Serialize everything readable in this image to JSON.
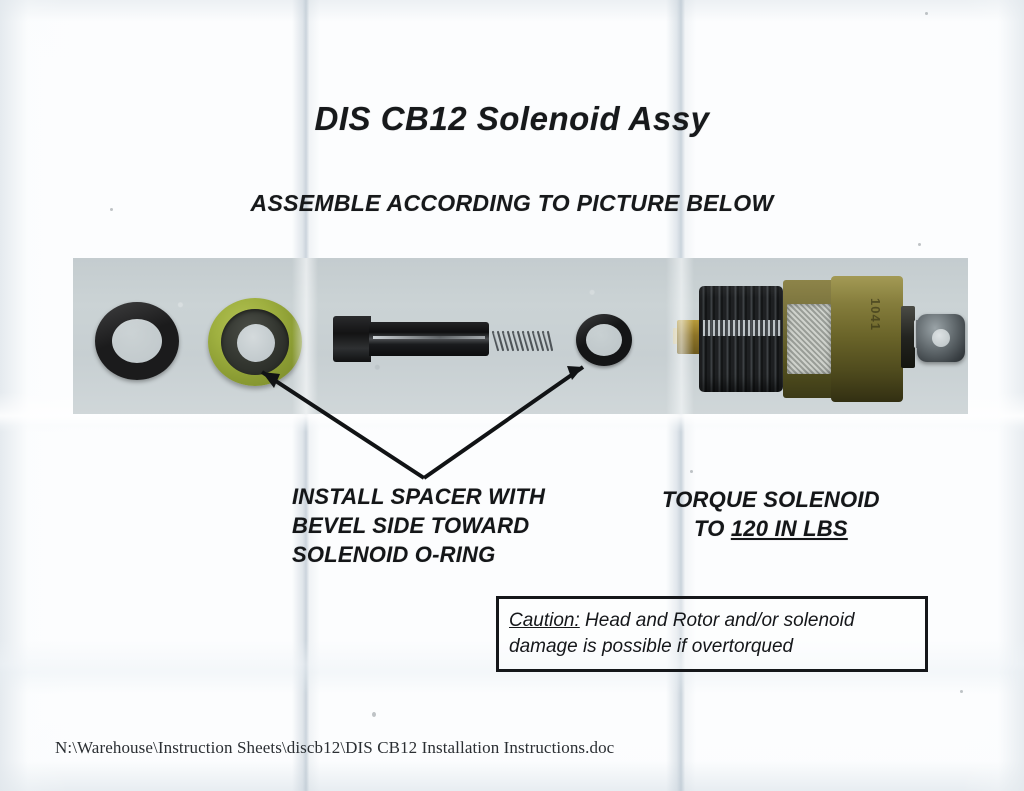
{
  "document": {
    "title": "DIS CB12 Solenoid Assy",
    "subtitle": "ASSEMBLE ACCORDING TO PICTURE BELOW",
    "footer_path": "N:\\Warehouse\\Instruction Sheets\\discb12\\DIS CB12 Installation Instructions.doc"
  },
  "photo": {
    "caption": "exploded view photograph of solenoid assembly parts",
    "background_color": "#c8d0d2",
    "parts": [
      {
        "name": "large-black-o-ring",
        "label": "large black O-ring",
        "color": "#1b1b1c"
      },
      {
        "name": "green-spacer",
        "label": "green spacer with bevel",
        "color": "#9fb040"
      },
      {
        "name": "black-tube-sleeve",
        "label": "black tube sleeve",
        "color": "#18191b"
      },
      {
        "name": "coil-spring",
        "label": "coil spring",
        "color": "#5a6166"
      },
      {
        "name": "solenoid-o-ring",
        "label": "solenoid O-ring",
        "color": "#141516"
      },
      {
        "name": "solenoid-body",
        "label": "solenoid",
        "color": "#6a6429"
      },
      {
        "name": "hex-nut",
        "label": "hex nut",
        "color": "#636b6f"
      }
    ],
    "solenoid_marking": "1041"
  },
  "callouts": {
    "spacer": {
      "line1": "INSTALL SPACER WITH",
      "line2": "BEVEL SIDE TOWARD",
      "line3": "SOLENOID O-RING"
    },
    "torque": {
      "line1": "TORQUE SOLENOID",
      "line2_prefix": "TO ",
      "line2_underlined": "120 IN LBS"
    }
  },
  "caution": {
    "label": "Caution:",
    "line1": " Head and Rotor and/or solenoid",
    "line2": "damage is possible if overtorqued"
  },
  "colors": {
    "ink": "#15171a",
    "paper": "#fcfdfe",
    "spacer_green": "#9fb040",
    "brass": "#6a6429"
  }
}
